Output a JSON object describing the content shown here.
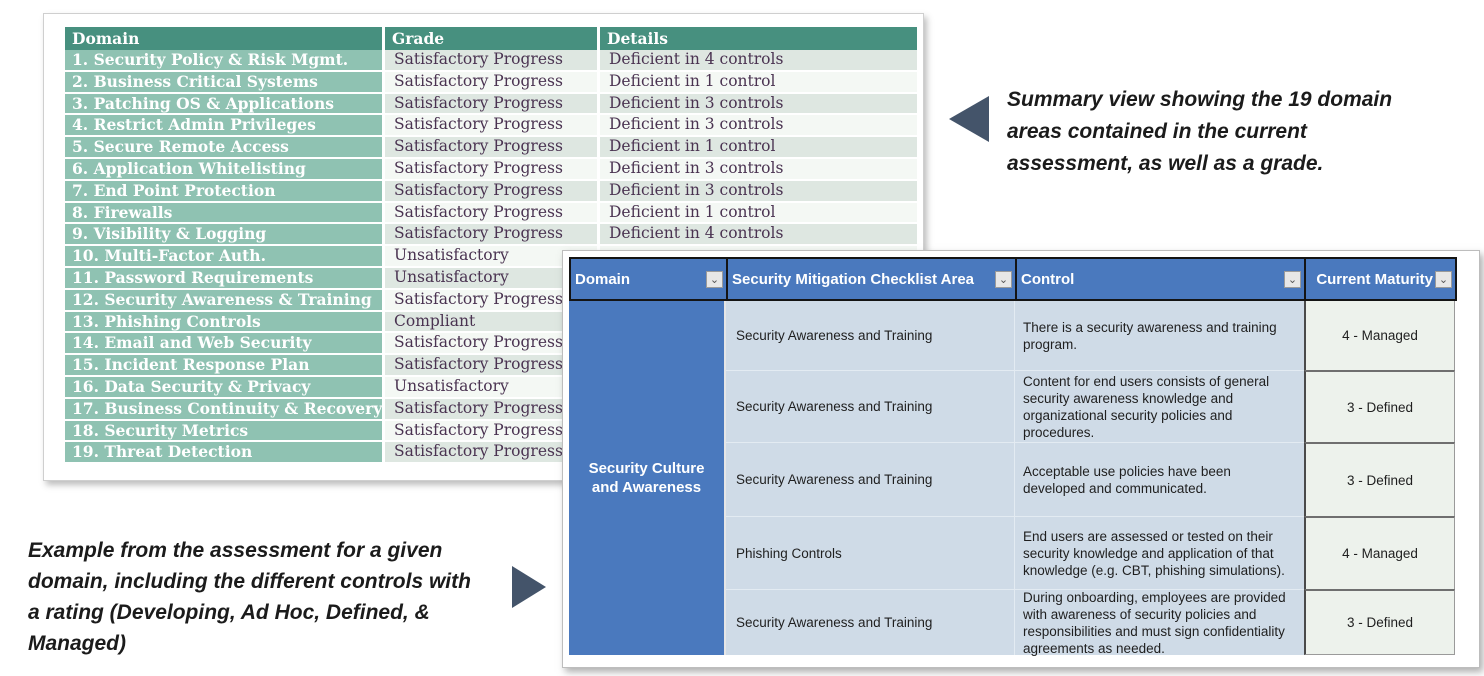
{
  "summary_table": {
    "header": {
      "domain": "Domain",
      "grade": "Grade",
      "details": "Details"
    },
    "rows": [
      {
        "domain": "1. Security Policy & Risk Mgmt.",
        "grade": "Satisfactory Progress",
        "details": "Deficient in 4 controls"
      },
      {
        "domain": "2. Business Critical Systems",
        "grade": "Satisfactory Progress",
        "details": "Deficient in 1 control"
      },
      {
        "domain": "3. Patching OS & Applications",
        "grade": "Satisfactory Progress",
        "details": "Deficient in 3 controls"
      },
      {
        "domain": "4. Restrict Admin Privileges",
        "grade": "Satisfactory Progress",
        "details": "Deficient in 3 controls"
      },
      {
        "domain": "5. Secure Remote Access",
        "grade": "Satisfactory Progress",
        "details": "Deficient in 1 control"
      },
      {
        "domain": "6. Application Whitelisting",
        "grade": "Satisfactory Progress",
        "details": "Deficient in 3 controls"
      },
      {
        "domain": "7. End Point Protection",
        "grade": "Satisfactory Progress",
        "details": "Deficient in 3 controls"
      },
      {
        "domain": "8. Firewalls",
        "grade": "Satisfactory Progress",
        "details": "Deficient in 1 control"
      },
      {
        "domain": "9. Visibility & Logging",
        "grade": "Satisfactory Progress",
        "details": "Deficient in 4 controls"
      },
      {
        "domain": "10. Multi-Factor Auth.",
        "grade": "Unsatisfactory",
        "details": ""
      },
      {
        "domain": "11. Password Requirements",
        "grade": "Unsatisfactory",
        "details": ""
      },
      {
        "domain": "12. Security Awareness & Training",
        "grade": "Satisfactory Progress",
        "details": ""
      },
      {
        "domain": "13. Phishing Controls",
        "grade": "Compliant",
        "details": ""
      },
      {
        "domain": "14. Email and Web Security",
        "grade": "Satisfactory Progress",
        "details": ""
      },
      {
        "domain": "15. Incident Response Plan",
        "grade": "Satisfactory Progress",
        "details": ""
      },
      {
        "domain": "16. Data Security & Privacy",
        "grade": "Unsatisfactory",
        "details": ""
      },
      {
        "domain": "17. Business Continuity & Recovery",
        "grade": "Satisfactory Progress",
        "details": ""
      },
      {
        "domain": "18. Security Metrics",
        "grade": "Satisfactory Progress",
        "details": ""
      },
      {
        "domain": "19. Threat Detection",
        "grade": "Satisfactory Progress",
        "details": ""
      }
    ]
  },
  "assessment_table": {
    "headers": {
      "domain": "Domain",
      "area": "Security Mitigation Checklist Area",
      "control": "Control",
      "maturity": "Current Maturity"
    },
    "filter_icon": "⌄",
    "domain_label": "Security Culture and Awareness",
    "rows": [
      {
        "area": "Security Awareness and Training",
        "control": "There is a security awareness and training program.",
        "maturity": "4 - Managed"
      },
      {
        "area": "Security Awareness and Training",
        "control": "Content for end users consists of general security awareness knowledge and organizational security policies and procedures.",
        "maturity": "3 - Defined"
      },
      {
        "area": "Security Awareness and Training",
        "control": "Acceptable use policies have been developed and communicated.",
        "maturity": "3 - Defined"
      },
      {
        "area": "Phishing Controls",
        "control": "End users are assessed or tested on their security knowledge and application of that knowledge (e.g. CBT, phishing simulations).",
        "maturity": "4 - Managed"
      },
      {
        "area": "Security Awareness and Training",
        "control": "During onboarding, employees are provided with awareness of security policies and responsibilities and must sign confidentiality agreements as needed.",
        "maturity": "3 - Defined"
      }
    ]
  },
  "annotations": {
    "summary_note": {
      "lines": [
        "Summary view showing the 19 domain",
        "areas contained in the current",
        "assessment, as well as a grade."
      ]
    },
    "example_note": {
      "lines": [
        "Example from the assessment for a given",
        "domain, including the different controls with",
        "a rating (Developing, Ad Hoc, Defined, &",
        "Managed)"
      ]
    }
  },
  "colors": {
    "teal_header": "#47907F",
    "teal_cell": "#8FC2B2",
    "grade_text": "#4A3351",
    "blue_header": "#4A79BE",
    "body_blue_gray": "#CFDBE7",
    "maturity_bg": "#EDF2EC",
    "triangle": "#44546A"
  }
}
